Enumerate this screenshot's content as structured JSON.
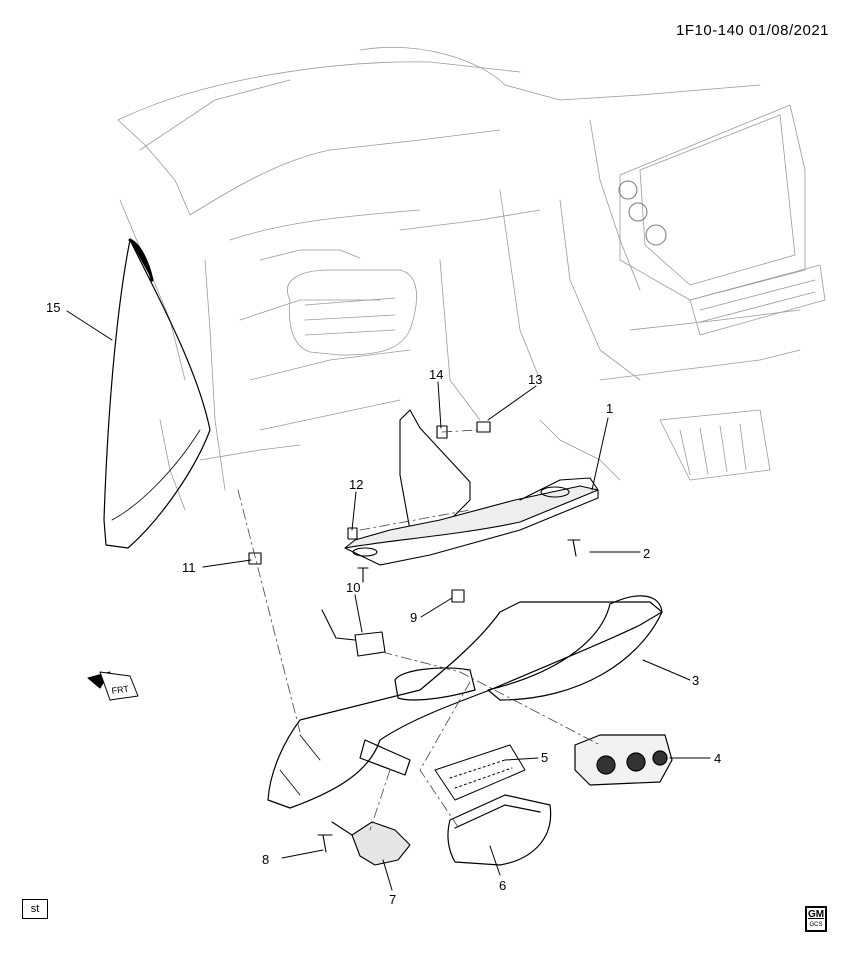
{
  "header": {
    "diagram_code": "1F10-140  01/08/2021"
  },
  "callouts": [
    "1",
    "2",
    "3",
    "4",
    "5",
    "6",
    "7",
    "8",
    "9",
    "10",
    "11",
    "12",
    "13",
    "14",
    "15"
  ],
  "direction_label": "FRT",
  "footer": {
    "badge": "st",
    "logo_top": "GM",
    "logo_bottom": "GCS"
  }
}
